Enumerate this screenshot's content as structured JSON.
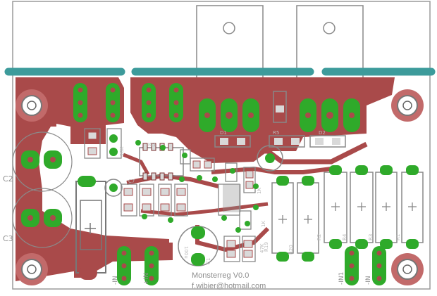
{
  "board": {
    "title": "Monsterreg V0.0",
    "email": "f.wibier@hotmail.com",
    "colors": {
      "copper": "#a94a4a",
      "pad": "#2faa2a",
      "ring": "#66bb44",
      "teal": "#3d9b9b",
      "outline": "#888888",
      "silk": "#bdbdbd"
    }
  },
  "labels": {
    "c2": "C2",
    "c3": "C3",
    "d1": "D1",
    "d2": "D2",
    "r5": "R5",
    "ic1": "IC1",
    "c7": "C7",
    "r2": "R2",
    "r4": "R4",
    "r3": "R3",
    "r1": "R1",
    "r20": "R20",
    "r19": "R19",
    "c1": "C1",
    "k10": "10K",
    "k1a": "1K",
    "k1b": "1K",
    "c100u": "100u",
    "in_plus": "+IN",
    "in_minus": "-IN",
    "in1_minus": "-IN1",
    "r47k": "47K"
  }
}
